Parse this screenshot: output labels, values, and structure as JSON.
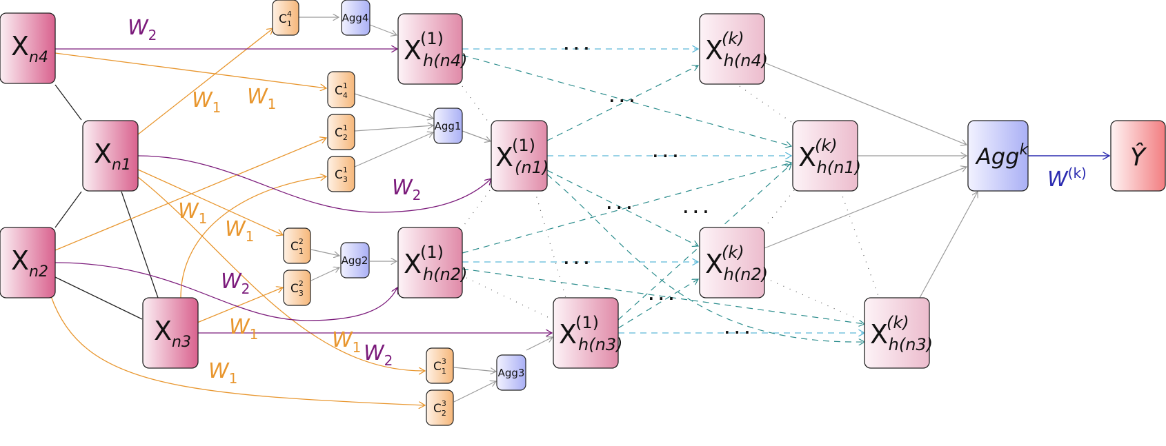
{
  "colors": {
    "input_node_gradient": [
      "#fbeef3",
      "#d9628e"
    ],
    "hidden1_gradient": [
      "#fdf3f7",
      "#e08aa8"
    ],
    "hiddenk_gradient": [
      "#fdf3f7",
      "#ecbccd"
    ],
    "concept_gradient": [
      "#fff1e4",
      "#f6b77a"
    ],
    "agg_gradient": [
      "#f2f2ff",
      "#aab0f5"
    ],
    "output_gradient": [
      "#fff4f4",
      "#f27d80"
    ],
    "w1": "#e8962e",
    "w2": "#7b1b7b",
    "wk": "#2b2bb0",
    "gray_edge": "#9a9a9a",
    "neighbor_edge": "#222222",
    "dash_light": "#5ab8d8",
    "dash_teal": "#2a8c8c",
    "dotted": "#555555"
  },
  "nodes": {
    "xn4": {
      "base": "X",
      "sub": "n4"
    },
    "xn1": {
      "base": "X",
      "sub": "n1"
    },
    "xn2": {
      "base": "X",
      "sub": "n2"
    },
    "xn3": {
      "base": "X",
      "sub": "n3"
    },
    "c1_4": {
      "base": "C",
      "sup": "4",
      "sub": "1"
    },
    "c4_1": {
      "base": "C",
      "sup": "1",
      "sub": "4"
    },
    "c2_1": {
      "base": "C",
      "sup": "1",
      "sub": "2"
    },
    "c3_1": {
      "base": "C",
      "sup": "1",
      "sub": "3"
    },
    "c1_2": {
      "base": "C",
      "sup": "2",
      "sub": "1"
    },
    "c3_2": {
      "base": "C",
      "sup": "2",
      "sub": "3"
    },
    "c1_3": {
      "base": "C",
      "sup": "3",
      "sub": "1"
    },
    "c2_3": {
      "base": "C",
      "sup": "3",
      "sub": "2"
    },
    "agg4": {
      "label": "Agg4"
    },
    "agg1": {
      "label": "Agg1"
    },
    "agg2": {
      "label": "Agg2"
    },
    "agg3": {
      "label": "Agg3"
    },
    "h1_n4": {
      "base": "X",
      "sup": "(1)",
      "sub": "h(n4)"
    },
    "h1_n1": {
      "base": "X",
      "sup": "(1)",
      "sub": "(n1)"
    },
    "h1_n2": {
      "base": "X",
      "sup": "(1)",
      "sub": "h(n2)"
    },
    "h1_n3": {
      "base": "X",
      "sup": "(1)",
      "sub": "h(n3)"
    },
    "hk_n4": {
      "base": "X",
      "sup": "(k)",
      "sub": "h(n4)"
    },
    "hk_n1": {
      "base": "X",
      "sup": "(k)",
      "sub": "h(n1)"
    },
    "hk_n2": {
      "base": "X",
      "sup": "(k)",
      "sub": "h(n2)"
    },
    "hk_n3": {
      "base": "X",
      "sup": "(k)",
      "sub": "h(n3)"
    },
    "aggk": {
      "base": "Agg",
      "sup": "k"
    },
    "yhat": {
      "label": "Ŷ"
    }
  },
  "edge_labels": {
    "w2_top": {
      "base": "W",
      "sub": "2"
    },
    "w1_a": {
      "base": "W",
      "sub": "1"
    },
    "w1_b": {
      "base": "W",
      "sub": "1"
    },
    "w2_mid": {
      "base": "W",
      "sub": "2"
    },
    "w1_c": {
      "base": "W",
      "sub": "1"
    },
    "w1_d": {
      "base": "W",
      "sub": "1"
    },
    "w2_low": {
      "base": "W",
      "sub": "2"
    },
    "w1_e": {
      "base": "W",
      "sub": "1"
    },
    "w1_f": {
      "base": "W",
      "sub": "1"
    },
    "w2_bottom": {
      "base": "W",
      "sub": "2"
    },
    "w1_g": {
      "base": "W",
      "sub": "1"
    },
    "wk": {
      "base": "W",
      "sup": "(k)"
    }
  },
  "ellipsis": "· · ·"
}
